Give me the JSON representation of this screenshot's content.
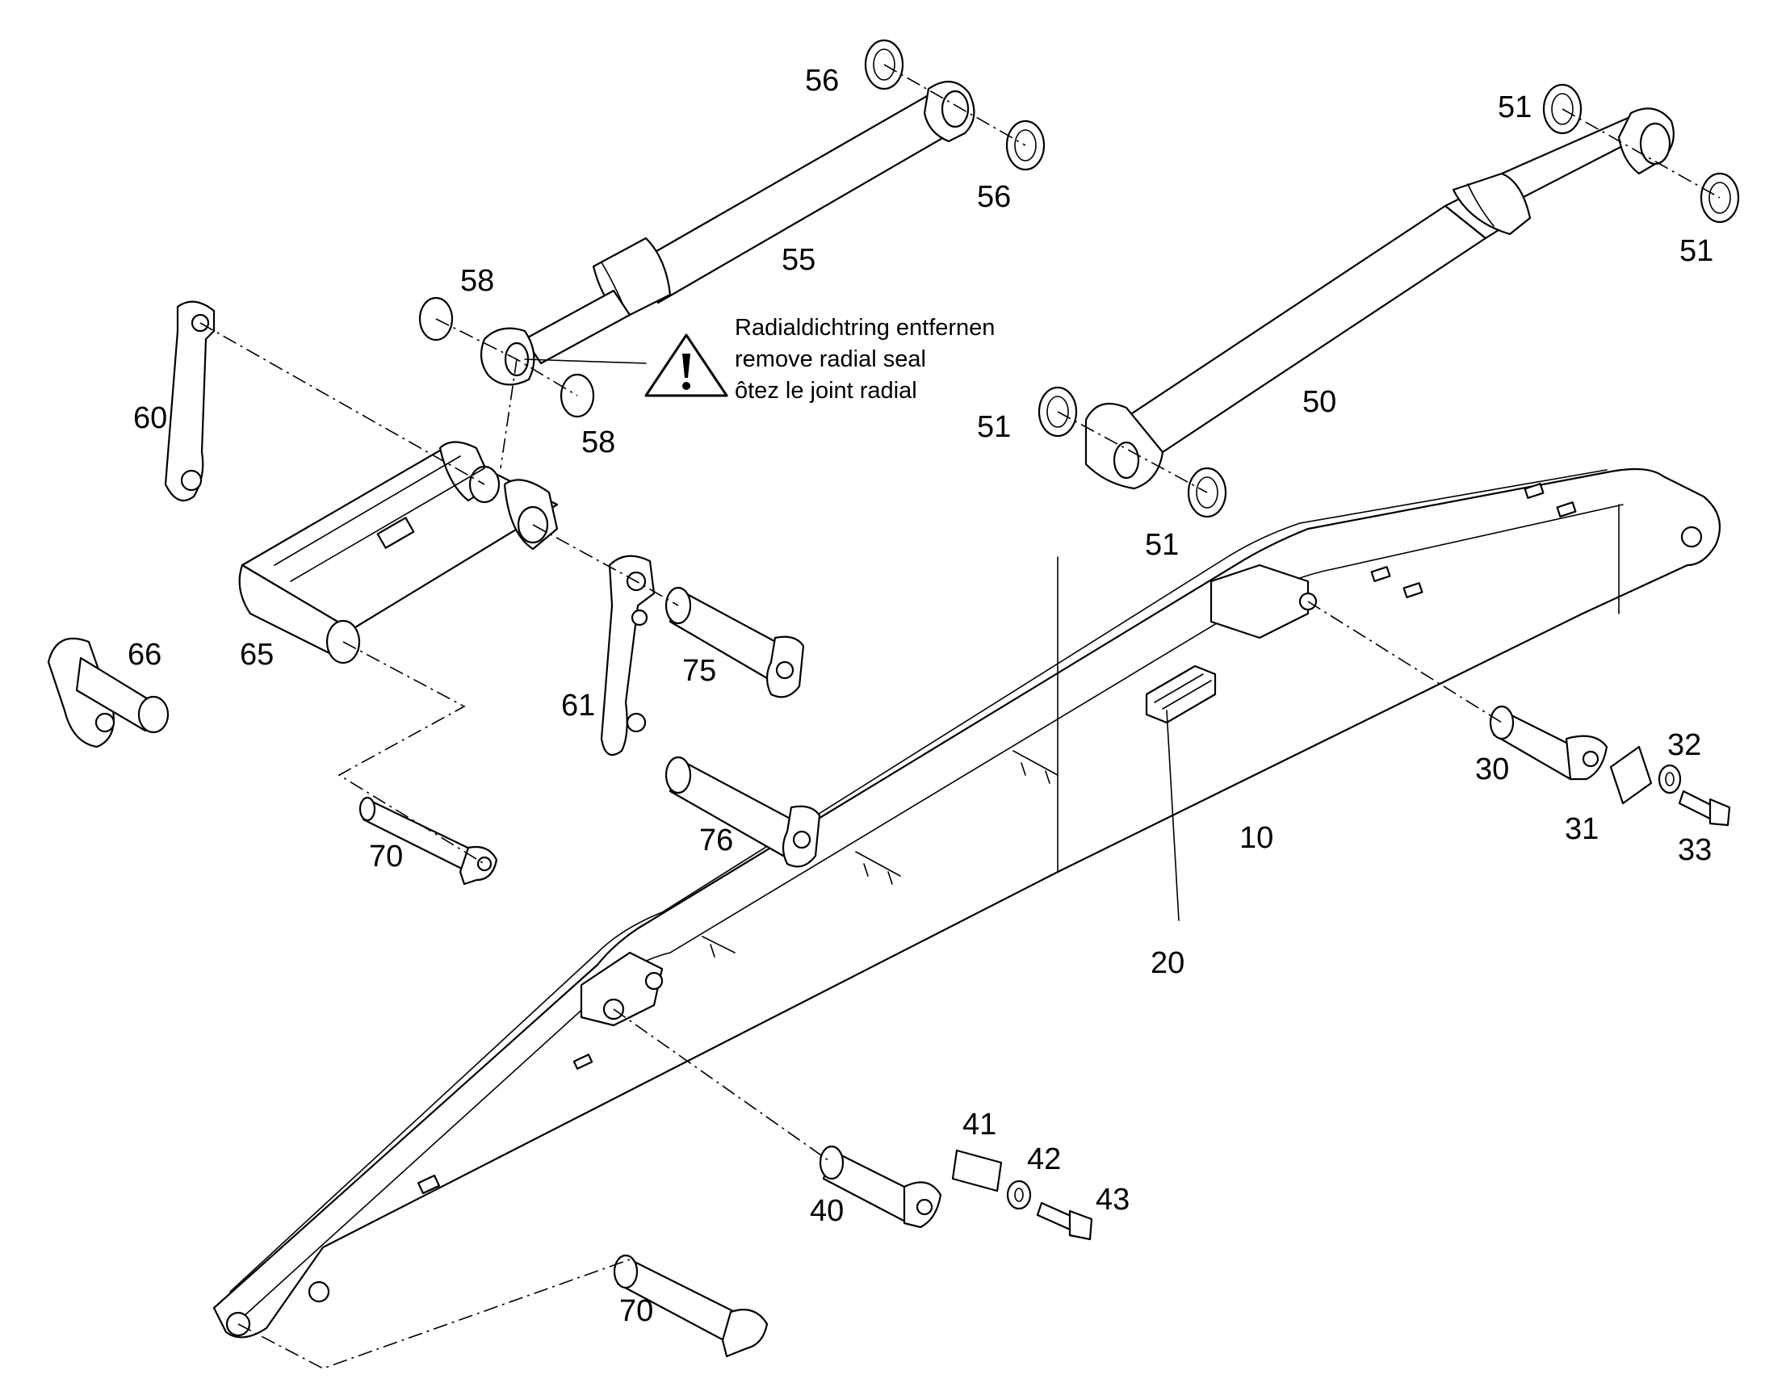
{
  "labels": {
    "p10": "10",
    "p20": "20",
    "p30": "30",
    "p31": "31",
    "p32": "32",
    "p33": "33",
    "p40": "40",
    "p41": "41",
    "p42": "42",
    "p43": "43",
    "p50": "50",
    "p51": "51",
    "p55": "55",
    "p56": "56",
    "p58": "58",
    "p60": "60",
    "p61": "61",
    "p65": "65",
    "p66": "66",
    "p70": "70",
    "p75": "75",
    "p76": "76"
  },
  "warning": {
    "line_de": "Radialdichtring entfernen",
    "line_en": "remove radial seal",
    "line_fr": "ôtez le joint radial",
    "icon": "warning-triangle-icon"
  }
}
